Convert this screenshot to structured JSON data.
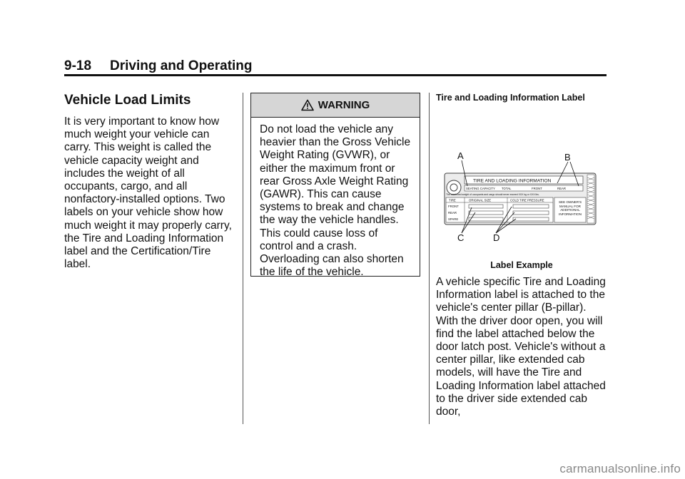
{
  "header": {
    "page_number": "9-18",
    "section": "Driving and Operating"
  },
  "left_column": {
    "title": "Vehicle Load Limits",
    "paragraph": "It is very important to know how much weight your vehicle can carry. This weight is called the vehicle capacity weight and includes the weight of all occupants, cargo, and all nonfactory-installed options. Two labels on your vehicle show how much weight it may properly carry, the Tire and Loading Information label and the Certification/Tire label."
  },
  "warning": {
    "icon": "warning-triangle-icon",
    "title": "WARNING",
    "text": "Do not load the vehicle any heavier than the Gross Vehicle Weight Rating (GVWR), or either the maximum front or rear Gross Axle Weight Rating (GAWR). This can cause systems to break and change the way the vehicle handles. This could cause loss of control and a crash. Overloading can also shorten the life of the vehicle."
  },
  "right_column": {
    "figure_title": "Tire and Loading Information Label",
    "figure_caption": "Label Example",
    "paragraph": "A vehicle specific Tire and Loading Information label is attached to the vehicle's center pillar (B-pillar). With the driver door open, you will find the label attached below the door latch post. Vehicle's without a center pillar, like extended cab models, will have the Tire and Loading Information label attached to the driver side extended cab door,"
  },
  "figure": {
    "callouts": [
      "A",
      "B",
      "C",
      "D"
    ],
    "label_title": "TIRE AND LOADING INFORMATION",
    "seating_headers": [
      "SEATING CAPACITY",
      "TOTAL",
      "FRONT",
      "REAR"
    ],
    "combined_weight_note": "The combined weight of occupants and cargo should never exceed XXX kg or XXX lbs.",
    "tire_headers": [
      "TIRE",
      "ORIGINAL SIZE",
      "COLD TIRE PRESSURE"
    ],
    "tire_rows": [
      "FRONT",
      "REAR",
      "SPARE"
    ],
    "owners_manual_note": "SEE OWNER'S MANUAL FOR ADDITIONAL INFORMATION"
  },
  "watermark": "carmanualsonline.info"
}
